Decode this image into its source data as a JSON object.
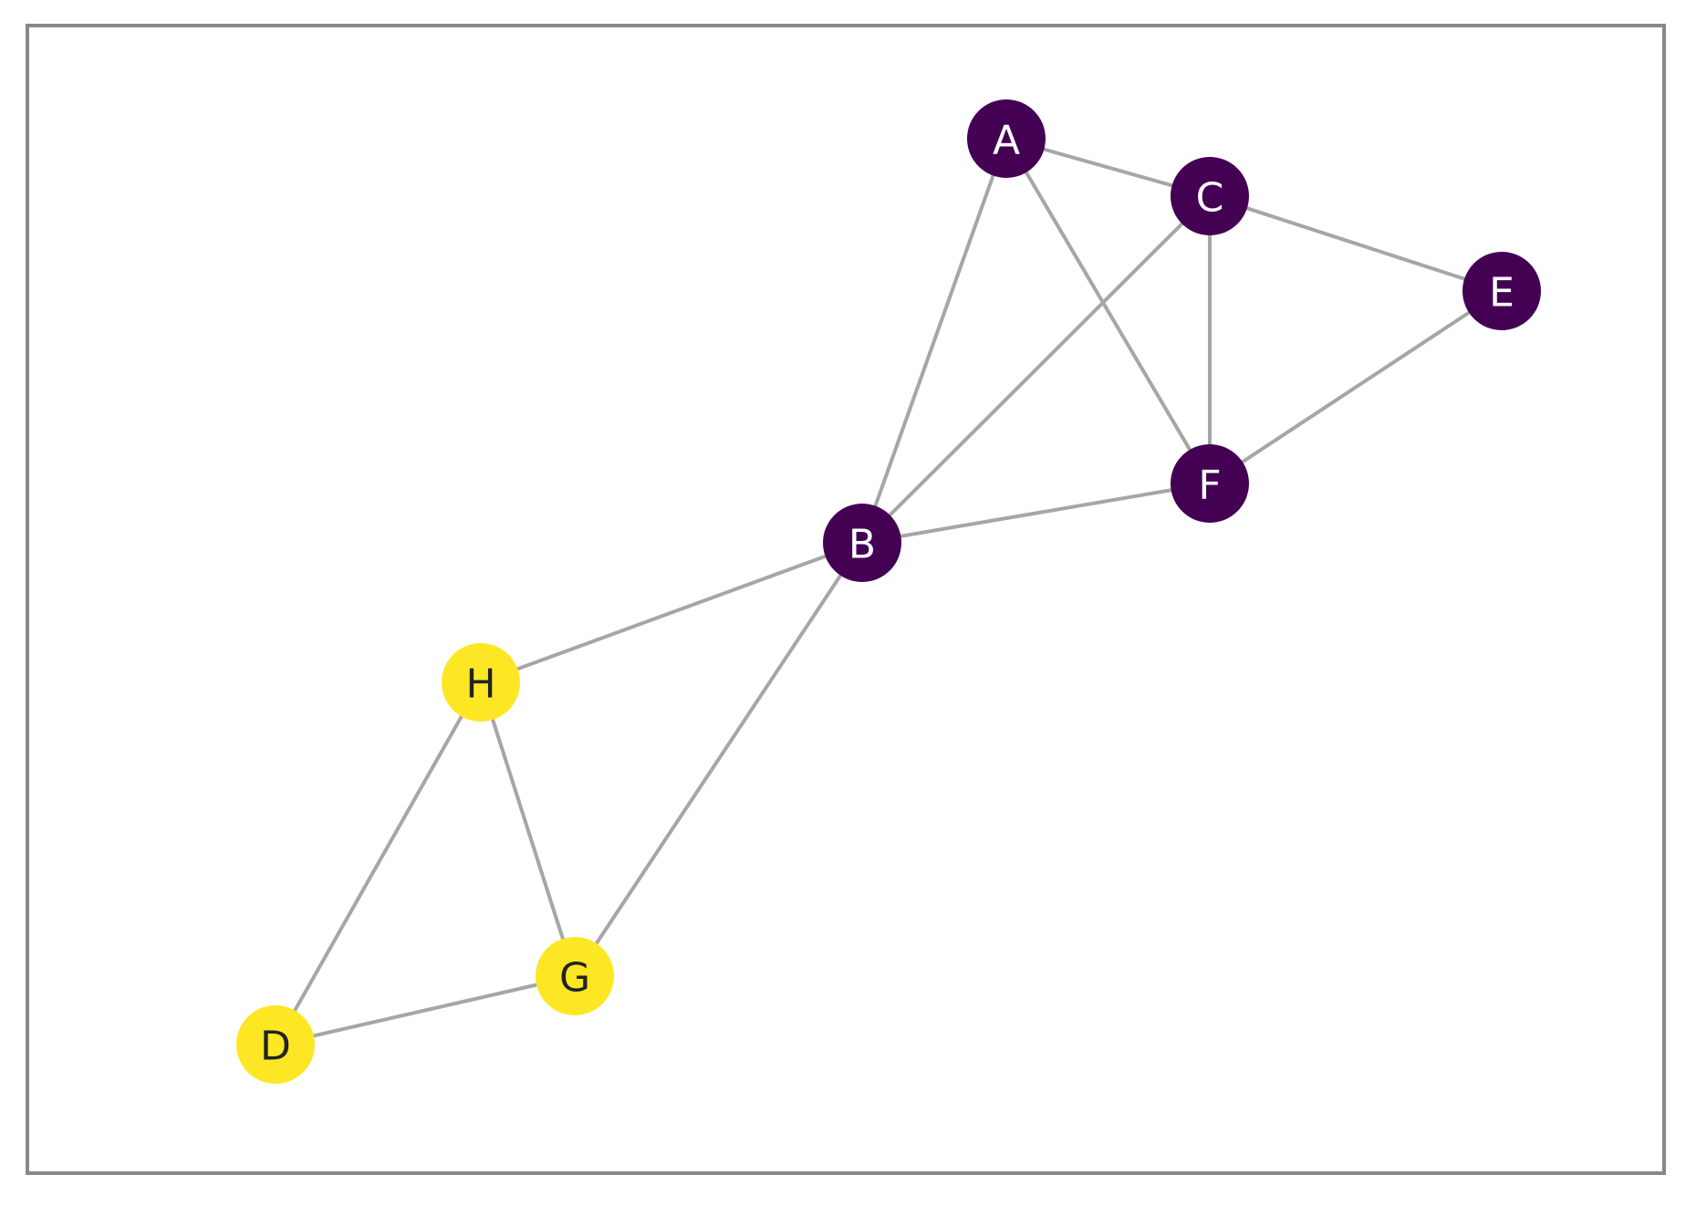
{
  "graph": {
    "colors": {
      "group_dark": "#440154",
      "group_light": "#fde725",
      "label_on_dark": "#ffffff",
      "label_on_light": "#222222",
      "edge": "#a6a6a6",
      "frame": "#888888"
    },
    "nodes": [
      {
        "id": "A",
        "label": "A",
        "group": "dark"
      },
      {
        "id": "C",
        "label": "C",
        "group": "dark"
      },
      {
        "id": "E",
        "label": "E",
        "group": "dark"
      },
      {
        "id": "F",
        "label": "F",
        "group": "dark"
      },
      {
        "id": "B",
        "label": "B",
        "group": "dark"
      },
      {
        "id": "H",
        "label": "H",
        "group": "light"
      },
      {
        "id": "G",
        "label": "G",
        "group": "light"
      },
      {
        "id": "D",
        "label": "D",
        "group": "light"
      }
    ],
    "edges": [
      [
        "A",
        "C"
      ],
      [
        "A",
        "B"
      ],
      [
        "A",
        "F"
      ],
      [
        "C",
        "E"
      ],
      [
        "C",
        "F"
      ],
      [
        "C",
        "B"
      ],
      [
        "E",
        "F"
      ],
      [
        "F",
        "B"
      ],
      [
        "B",
        "H"
      ],
      [
        "B",
        "G"
      ],
      [
        "H",
        "G"
      ],
      [
        "H",
        "D"
      ],
      [
        "G",
        "D"
      ]
    ]
  }
}
